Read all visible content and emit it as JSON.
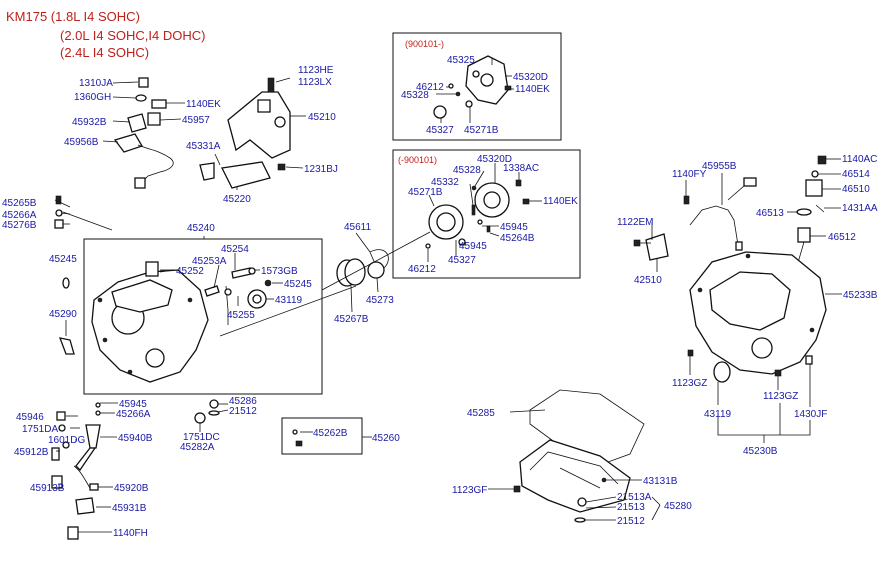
{
  "header": {
    "line1": "KM175 (1.8L I4 SOHC)",
    "line2": "(2.0L I4 SOHC,I4 DOHC)",
    "line3": "(2.4L I4 SOHC)"
  },
  "inset_top": {
    "code": "(900101-)"
  },
  "inset_mid": {
    "code": "(-900101)"
  },
  "labels": {
    "p1310JA": "1310JA",
    "p1360GH": "1360GH",
    "p1140EK_a": "1140EK",
    "p45957": "45957",
    "p45932B": "45932B",
    "p45956B": "45956B",
    "p1123HE": "1123HE",
    "p1123LX": "1123LX",
    "p45210": "45210",
    "p45331A": "45331A",
    "p1231BJ": "1231BJ",
    "p45220": "45220",
    "p45265B": "45265B",
    "p45266A_a": "45266A",
    "p45276B": "45276B",
    "p45240": "45240",
    "p45254": "45254",
    "p45253A": "45253A",
    "p45252": "45252",
    "p1573GB": "1573GB",
    "p45245_a": "45245",
    "p45245_b": "45245",
    "p43119_a": "43119",
    "p45255": "45255",
    "p45290": "45290",
    "p45945_a": "45945",
    "p45266A_b": "45266A",
    "p45946": "45946",
    "p1751DA": "1751DA",
    "p1601DG": "1601DG",
    "p45940B": "45940B",
    "p45912B": "45912B",
    "p45913B": "45913B",
    "p45920B": "45920B",
    "p45931B": "45931B",
    "p1140FH": "1140FH",
    "p45286": "45286",
    "p21512_a": "21512",
    "p1751DC": "1751DC",
    "p45282A": "45282A",
    "p45262B": "45262B",
    "p45260": "45260",
    "p45325": "45325",
    "p46212_a": "46212",
    "p45320D_a": "45320D",
    "p45328_a": "45328",
    "p1140EK_b": "1140EK",
    "p45327_a": "45327",
    "p45271B_a": "45271B",
    "p45320D_b": "45320D",
    "p45328_b": "45328",
    "p1338AC": "1338AC",
    "p45332": "45332",
    "p45271B_b": "45271B",
    "p1140EK_c": "1140EK",
    "p45945_b": "45945",
    "p45945_c": "45945",
    "p45264B": "45264B",
    "p46212_b": "46212",
    "p45327_b": "45327",
    "p45611": "45611",
    "p45273": "45273",
    "p45267B": "45267B",
    "p1140FY": "1140FY",
    "p45955B": "45955B",
    "p1140AC": "1140AC",
    "p46514": "46514",
    "p46510": "46510",
    "p46513": "46513",
    "p1431AA": "1431AA",
    "p46512": "46512",
    "p1122EM": "1122EM",
    "p42510": "42510",
    "p45233B": "45233B",
    "p1123GZ_a": "1123GZ",
    "p43119_b": "43119",
    "p1123GZ_b": "1123GZ",
    "p1430JF": "1430JF",
    "p45230B": "45230B",
    "p45285": "45285",
    "p43131B": "43131B",
    "p1123GF": "1123GF",
    "p21513A": "21513A",
    "p21513": "21513",
    "p45280": "45280",
    "p21512_b": "21512"
  }
}
